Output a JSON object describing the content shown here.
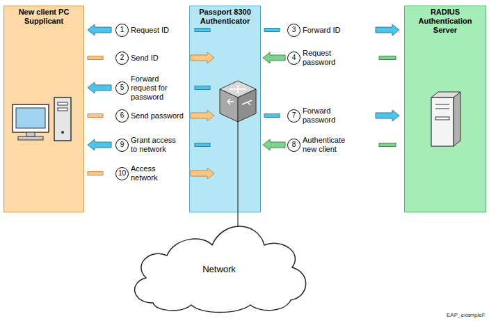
{
  "diagram": {
    "nodes": [
      {
        "text": [
          "New client PC Supplicant"
        ]
      },
      {
        "text": [
          "Passport 8300 Authenticator"
        ]
      },
      {
        "text": [
          "RADIUS Authentication Server"
        ]
      },
      {
        "text": [
          "Network"
        ]
      }
    ],
    "edges": [
      {
        "from": 1,
        "to": 3,
        "arrow": "none"
      }
    ],
    "labels": [
      "1",
      "Request ID",
      "2",
      "Send ID",
      "3",
      "Forward ID",
      "4",
      "Request password",
      "5",
      "Forward request for password",
      "6",
      "Send password",
      "7",
      "Forward password",
      "8",
      "Authenticate new client",
      "9",
      "Grant access to network",
      "10",
      "Access network",
      "EAP_exampleF"
    ]
  }
}
